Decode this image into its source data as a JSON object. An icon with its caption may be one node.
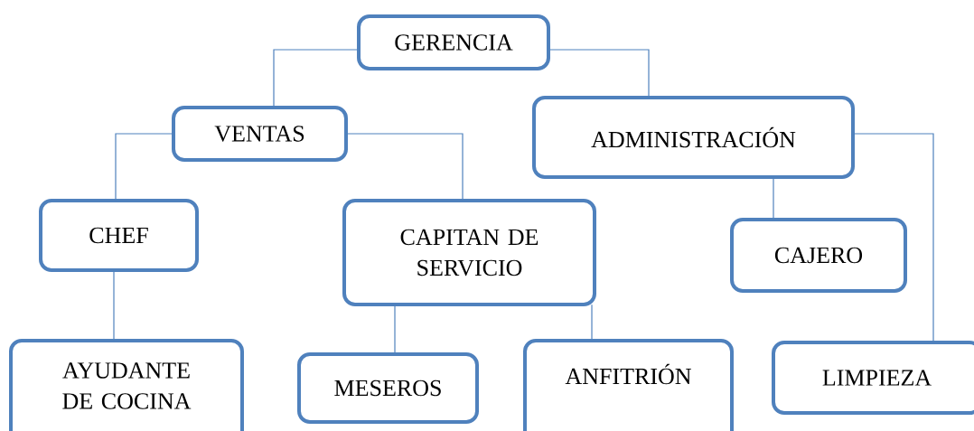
{
  "diagram": {
    "nodes": [
      {
        "text": [
          "GERENCIA"
        ]
      },
      {
        "text": [
          "VENTAS"
        ]
      },
      {
        "text": [
          "ADMINISTRACIÓN"
        ]
      },
      {
        "text": [
          "CHEF"
        ]
      },
      {
        "text": [
          "CAPITAN DE SERVICIO"
        ]
      },
      {
        "text": [
          "CAJERO"
        ]
      },
      {
        "text": [
          "AYUDANTE DE COCINA"
        ]
      },
      {
        "text": [
          "MESEROS"
        ]
      },
      {
        "text": [
          "ANFITRIÓN"
        ]
      },
      {
        "text": [
          "LIMPIEZA"
        ]
      }
    ],
    "edges": [
      {
        "from": 0,
        "to": 1,
        "arrow": "none"
      },
      {
        "from": 0,
        "to": 2,
        "arrow": "none"
      },
      {
        "from": 1,
        "to": 3,
        "arrow": "none"
      },
      {
        "from": 1,
        "to": 4,
        "arrow": "none"
      },
      {
        "from": 2,
        "to": 5,
        "arrow": "none"
      },
      {
        "from": 2,
        "to": 9,
        "arrow": "none"
      },
      {
        "from": 3,
        "to": 6,
        "arrow": "none"
      },
      {
        "from": 4,
        "to": 7,
        "arrow": "none"
      },
      {
        "from": 4,
        "to": 8,
        "arrow": "none"
      }
    ]
  }
}
